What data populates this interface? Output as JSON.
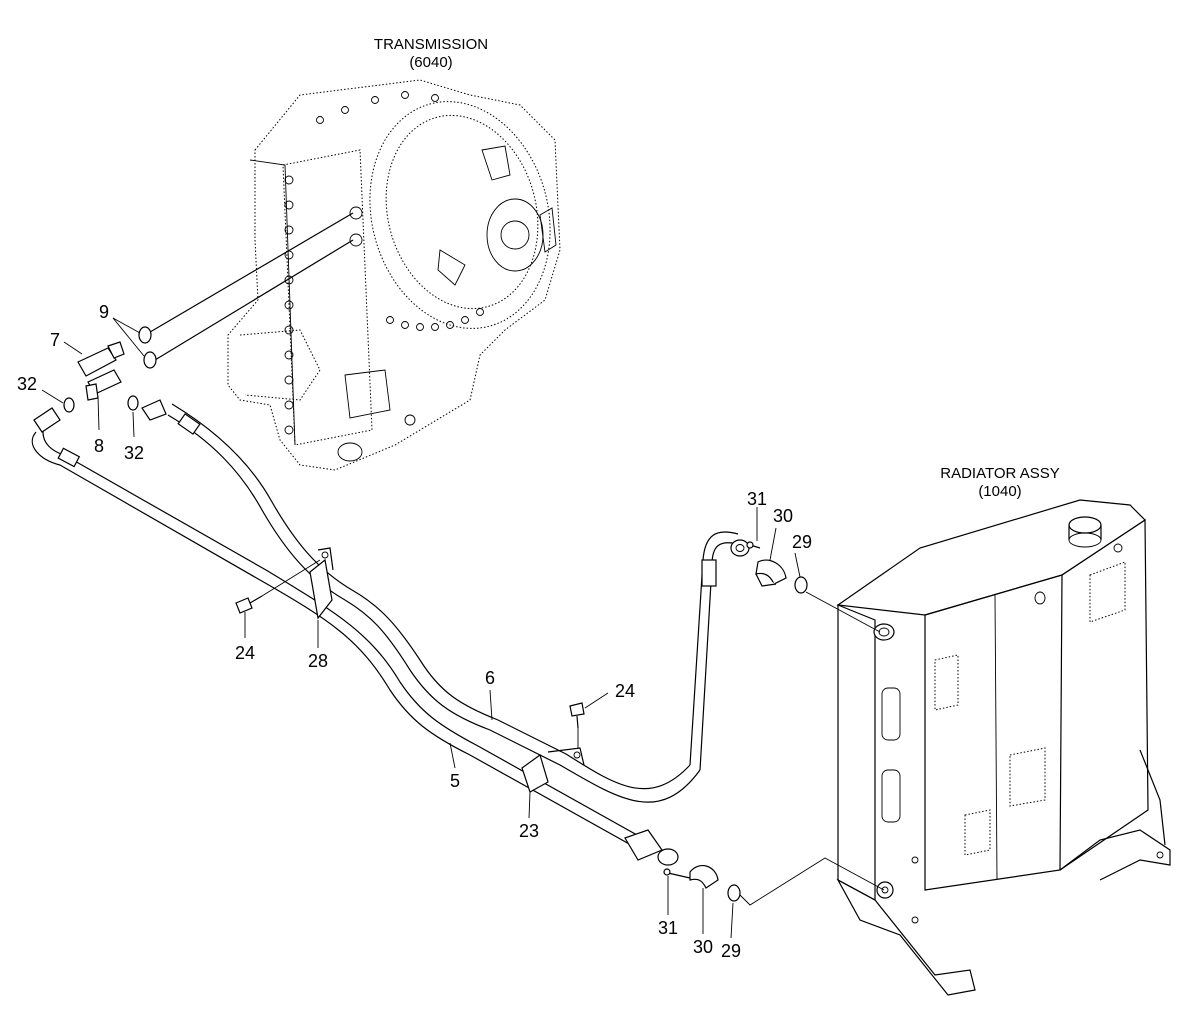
{
  "assemblies": {
    "transmission": {
      "name": "TRANSMISSION",
      "code": "(6040)"
    },
    "radiator": {
      "name": "RADIATOR ASSY",
      "code": "(1040)"
    }
  },
  "callouts": {
    "c9": "9",
    "c7": "7",
    "c32a": "32",
    "c8": "8",
    "c32b": "32",
    "c31a": "31",
    "c30a": "30",
    "c29a": "29",
    "c24a": "24",
    "c28": "28",
    "c6": "6",
    "c24b": "24",
    "c5": "5",
    "c23": "23",
    "c31b": "31",
    "c30b": "30",
    "c29b": "29"
  }
}
